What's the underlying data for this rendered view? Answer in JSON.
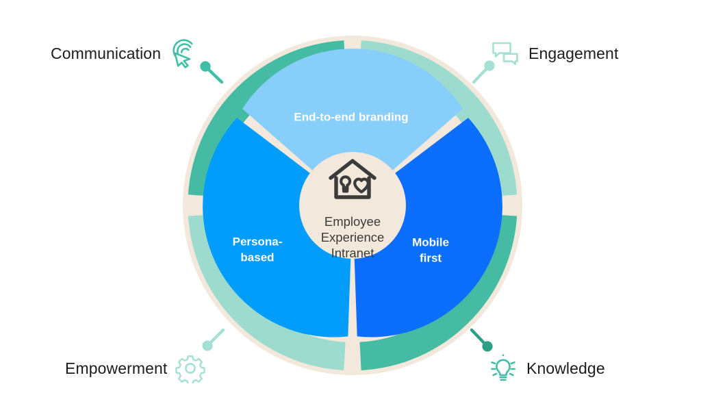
{
  "diagram": {
    "title": "Employee Experience Intranet wheel",
    "hub": {
      "icon": "house-lightbulb-heart-icon",
      "line1": "Employee",
      "line2": "Experience",
      "line3": "Intranet",
      "fill": "#F2E8DC",
      "text_color": "#3b3b3b"
    },
    "inner_ring": [
      {
        "label": "End-to-end branding",
        "label_line2": "",
        "color": "#87CEFA",
        "position": "top",
        "start_deg": 210,
        "end_deg": 330
      },
      {
        "label": "Persona-",
        "label_line2": "based",
        "color": "#029CFB",
        "position": "left",
        "start_deg": 90,
        "end_deg": 210
      },
      {
        "label": "Mobile",
        "label_line2": "first",
        "color": "#0B6EFD",
        "position": "right",
        "start_deg": 330,
        "end_deg": 450
      }
    ],
    "outer_ring": [
      {
        "name": "communication-segment",
        "color": "#45BBA4",
        "position": "top-left",
        "start_deg": 180,
        "end_deg": 270
      },
      {
        "name": "engagement-segment",
        "color": "#9DDBCE",
        "position": "top-right",
        "start_deg": 270,
        "end_deg": 360
      },
      {
        "name": "knowledge-segment",
        "color": "#45BBA4",
        "position": "bottom-right",
        "start_deg": 0,
        "end_deg": 90
      },
      {
        "name": "empowerment-segment",
        "color": "#9DDBCE",
        "position": "bottom-left",
        "start_deg": 90,
        "end_deg": 180
      }
    ],
    "callouts": [
      {
        "label": "Communication",
        "icon": "target-cursor-icon",
        "icon_color": "#3FBFA5",
        "dot_color": "#3FBFA5",
        "side": "top-left"
      },
      {
        "label": "Engagement",
        "icon": "chat-bubbles-icon",
        "icon_color": "#A6DFD3",
        "dot_color": "#A6DFD3",
        "side": "top-right"
      },
      {
        "label": "Empowerment",
        "icon": "gear-icon",
        "icon_color": "#A6DFD3",
        "dot_color": "#A6DFD3",
        "side": "bottom-left"
      },
      {
        "label": "Knowledge",
        "icon": "lightbulb-icon",
        "icon_color": "#3FBFA5",
        "dot_color": "#2E9E86",
        "side": "bottom-right"
      }
    ],
    "colors": {
      "background": "#FFFFFF",
      "cream": "#F2E8DC",
      "teal_dark": "#45BBA4",
      "teal_light": "#9DDBCE",
      "blue_light": "#87CEFA",
      "blue_cyan": "#029CFB",
      "blue_deep": "#0B6EFD",
      "ink": "#1c1c1c"
    }
  }
}
